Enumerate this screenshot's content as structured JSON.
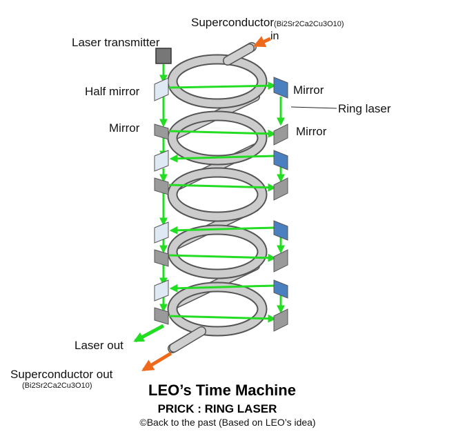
{
  "labels": {
    "superconductor_in_prefix": "Superconductor",
    "superconductor_in_formula": "(Bi2Sr2Ca2Cu3O10)",
    "in": "in",
    "laser_transmitter": "Laser transmitter",
    "half_mirror": "Half mirror",
    "mirror_top_right": "Mirror",
    "ring_laser": "Ring laser",
    "mirror_left": "Mirror",
    "mirror_right": "Mirror",
    "laser_out": "Laser out",
    "superconductor_out": "Superconductor out",
    "superconductor_out_formula": "(Bi2Sr2Ca2Cu3O10)"
  },
  "caption": {
    "title": "LEO’s Time Machine",
    "subtitle": "PRICK : RING LASER",
    "credit": "©Back to the past (Based on LEO’s idea)"
  },
  "colors": {
    "laser_beam": "#22dd22",
    "superconductor_arrow": "#ee6a1a",
    "coil": "#c8c8c8",
    "half_mirror": "#dfe9f3",
    "mirror_gray": "#9a9a9a",
    "mirror_blue": "#4a7fc0"
  }
}
